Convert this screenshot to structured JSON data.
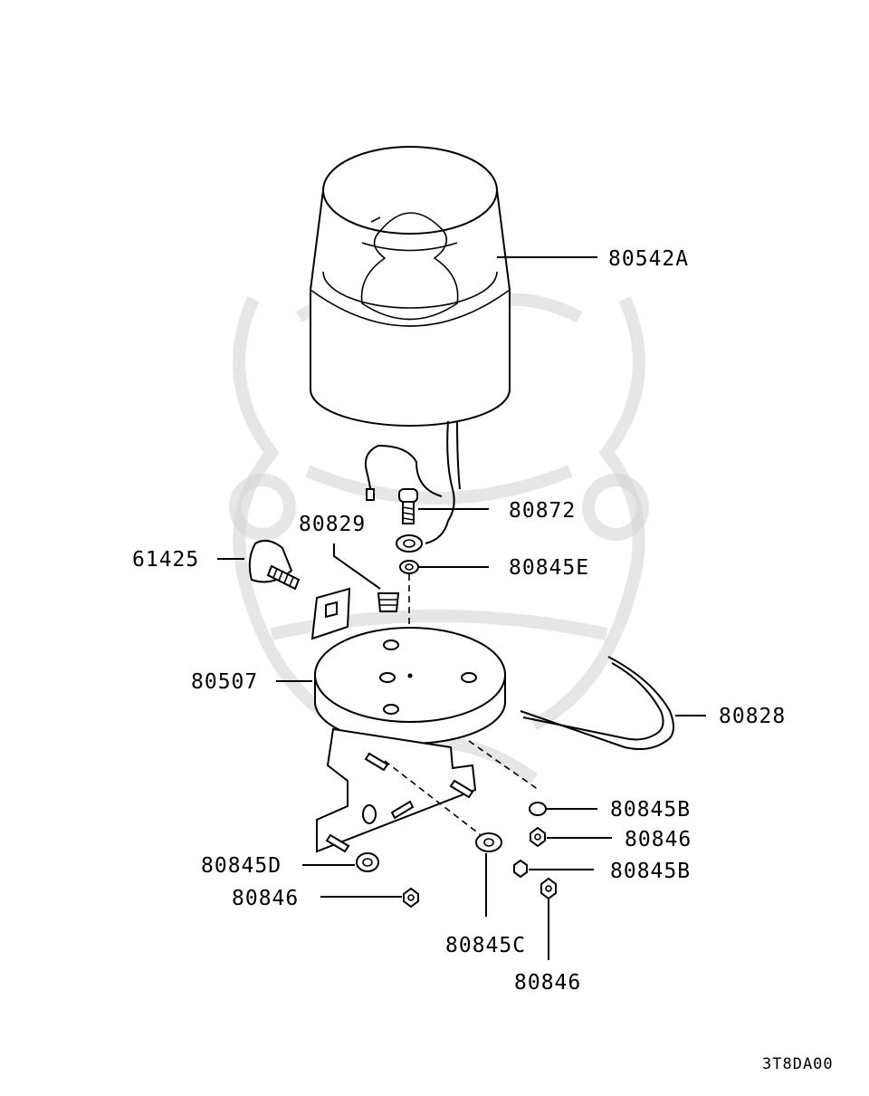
{
  "diagram": {
    "code": "3T8DA00",
    "labels": [
      {
        "id": "80542A",
        "text": "80542A"
      },
      {
        "id": "80872",
        "text": "80872"
      },
      {
        "id": "80829",
        "text": "80829"
      },
      {
        "id": "80845E",
        "text": "80845E"
      },
      {
        "id": "61425",
        "text": "61425"
      },
      {
        "id": "80507",
        "text": "80507"
      },
      {
        "id": "80828",
        "text": "80828"
      },
      {
        "id": "80845B_1",
        "text": "80845B"
      },
      {
        "id": "80846_1",
        "text": "80846"
      },
      {
        "id": "80845B_2",
        "text": "80845B"
      },
      {
        "id": "80845D",
        "text": "80845D"
      },
      {
        "id": "80846_2",
        "text": "80846"
      },
      {
        "id": "80845C",
        "text": "80845C"
      },
      {
        "id": "80846_3",
        "text": "80846"
      }
    ]
  },
  "colors": {
    "line": "#000000",
    "background": "#ffffff",
    "watermark": "#d2d2d2"
  }
}
